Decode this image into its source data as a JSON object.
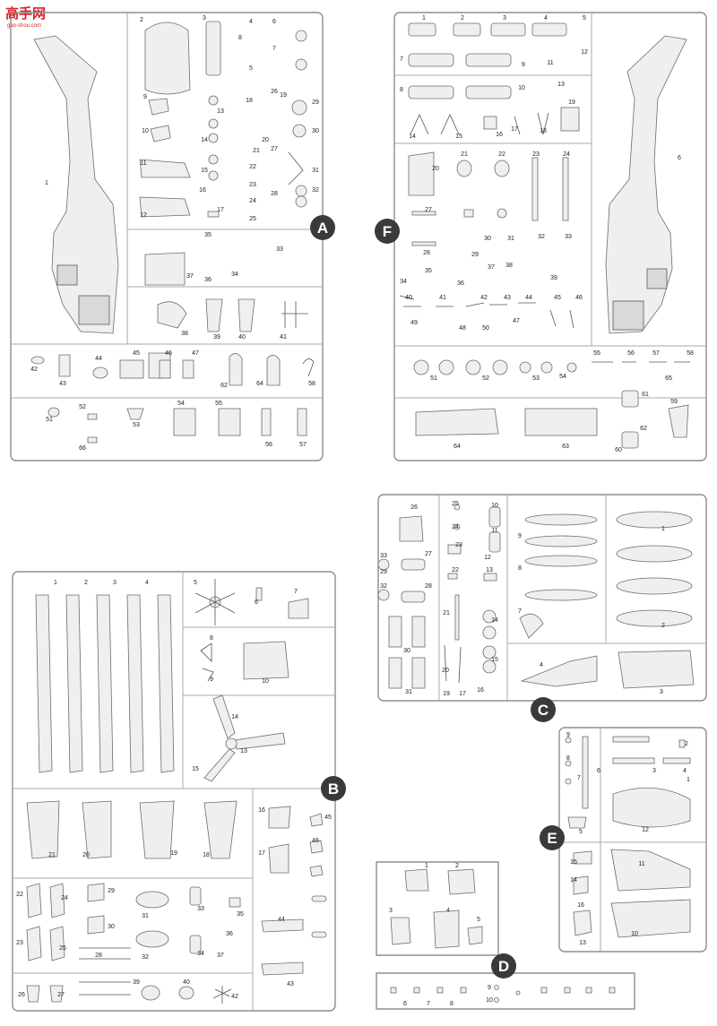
{
  "watermark": {
    "title": "高手网",
    "subtitle": "gao-shou.com",
    "color": "#d8212a"
  },
  "sprues": [
    {
      "id": "A",
      "label": "A",
      "part_numbers": [
        "1",
        "2",
        "3",
        "4",
        "5",
        "6",
        "7",
        "8",
        "9",
        "10",
        "11",
        "12",
        "13",
        "14",
        "15",
        "16",
        "17",
        "18",
        "19",
        "20",
        "21",
        "22",
        "23",
        "24",
        "25",
        "26",
        "27",
        "28",
        "29",
        "30",
        "31",
        "32",
        "33",
        "34",
        "35",
        "36",
        "37",
        "38",
        "39",
        "40",
        "41",
        "42",
        "43",
        "44",
        "45",
        "46",
        "47",
        "51",
        "52",
        "53",
        "54",
        "55",
        "56",
        "57",
        "58",
        "62",
        "64",
        "66"
      ]
    },
    {
      "id": "F",
      "label": "F",
      "part_numbers": [
        "1",
        "2",
        "3",
        "4",
        "5",
        "6",
        "7",
        "8",
        "9",
        "10",
        "11",
        "12",
        "13",
        "14",
        "15",
        "16",
        "17",
        "18",
        "19",
        "20",
        "21",
        "22",
        "23",
        "24",
        "27",
        "28",
        "29",
        "30",
        "31",
        "32",
        "33",
        "34",
        "35",
        "36",
        "37",
        "38",
        "39",
        "40",
        "41",
        "42",
        "43",
        "44",
        "45",
        "46",
        "47",
        "48",
        "49",
        "50",
        "51",
        "52",
        "53",
        "54",
        "55",
        "56",
        "57",
        "58",
        "59",
        "60",
        "61",
        "62",
        "63",
        "64",
        "65"
      ]
    },
    {
      "id": "C",
      "label": "C",
      "part_numbers": [
        "1",
        "2",
        "3",
        "4",
        "7",
        "8",
        "9",
        "10",
        "11",
        "12",
        "13",
        "14",
        "15",
        "16",
        "17",
        "19",
        "20",
        "21",
        "22",
        "23",
        "24",
        "25",
        "26",
        "27",
        "28",
        "29",
        "30",
        "31",
        "32",
        "33"
      ]
    },
    {
      "id": "B",
      "label": "B",
      "part_numbers": [
        "1",
        "2",
        "3",
        "4",
        "5",
        "6",
        "7",
        "8",
        "9",
        "10",
        "13",
        "14",
        "15",
        "16",
        "17",
        "18",
        "19",
        "20",
        "21",
        "22",
        "23",
        "24",
        "25",
        "26",
        "27",
        "28",
        "29",
        "30",
        "31",
        "32",
        "33",
        "34",
        "35",
        "36",
        "37",
        "39",
        "40",
        "42",
        "43",
        "44",
        "45",
        "46"
      ]
    },
    {
      "id": "E",
      "label": "E",
      "part_numbers": [
        "1",
        "2",
        "3",
        "4",
        "5",
        "6",
        "7",
        "8",
        "9",
        "10",
        "11",
        "12",
        "13",
        "14",
        "15",
        "16"
      ]
    },
    {
      "id": "D",
      "label": "D",
      "part_numbers": [
        "1",
        "2",
        "3",
        "4",
        "5",
        "6",
        "7",
        "8",
        "9",
        "10"
      ]
    }
  ],
  "colors": {
    "label_badge": "#3a3a3a",
    "frame": "#8d8d8d",
    "part_fill": "#efefef"
  }
}
